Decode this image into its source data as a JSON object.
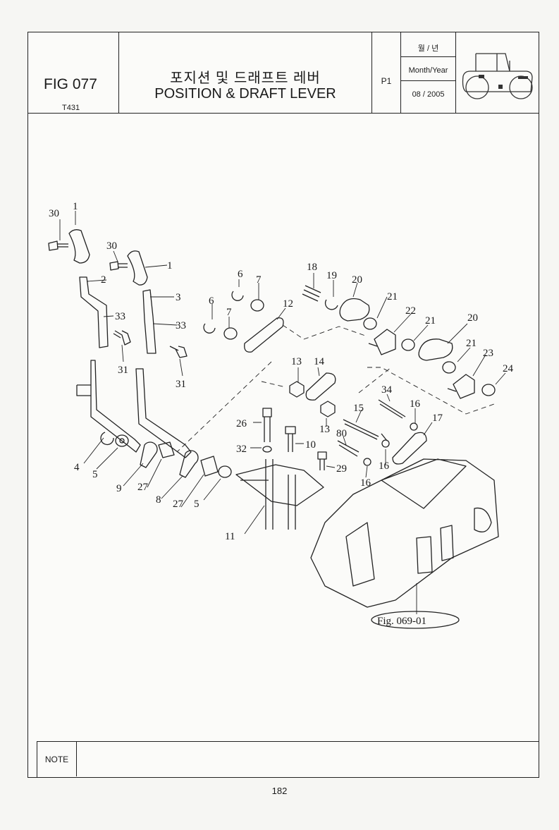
{
  "header": {
    "fig_number": "FIG 077",
    "model": "T431",
    "title_korean": "포지션 및 드래프트 레버",
    "title_english": "POSITION & DRAFT LEVER",
    "page": "P1",
    "date_label_korean": "월 / 년",
    "date_label_english": "Month/Year",
    "date_value": "08 / 2005",
    "tractor_icon": "tractor-side-view-icon"
  },
  "callouts": {
    "c1a": "1",
    "c1b": "1",
    "c2": "2",
    "c3": "3",
    "c4": "4",
    "c5a": "5",
    "c5b": "5",
    "c6a": "6",
    "c6b": "6",
    "c7a": "7",
    "c7b": "7",
    "c8": "8",
    "c9": "9",
    "c10": "10",
    "c11": "11",
    "c12": "12",
    "c13a": "13",
    "c13b": "13",
    "c14": "14",
    "c15": "15",
    "c16a": "16",
    "c16b": "16",
    "c16c": "16",
    "c17": "17",
    "c18": "18",
    "c19": "19",
    "c20a": "20",
    "c20b": "20",
    "c21a": "21",
    "c21b": "21",
    "c21c": "21",
    "c22": "22",
    "c23": "23",
    "c24": "24",
    "c26": "26",
    "c27a": "27",
    "c27b": "27",
    "c29": "29",
    "c30a": "30",
    "c30b": "30",
    "c31a": "31",
    "c31b": "31",
    "c32": "32",
    "c33a": "33",
    "c33b": "33",
    "c34": "34",
    "c80": "80"
  },
  "reference": "Fig. 069-01",
  "note_label": "NOTE",
  "page_number": "182"
}
